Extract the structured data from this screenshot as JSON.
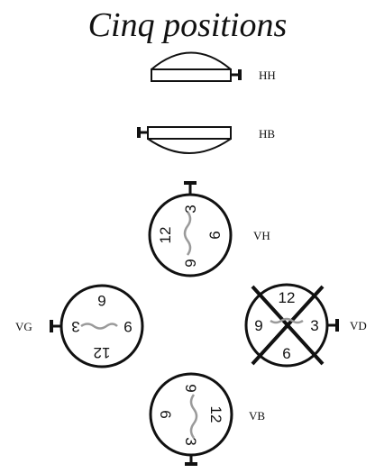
{
  "title": "Cinq positions",
  "positions": {
    "hh": {
      "label": "HH"
    },
    "hb": {
      "label": "HB"
    },
    "vh": {
      "label": "VH"
    },
    "vg": {
      "label": "VG"
    },
    "vd": {
      "label": "VD",
      "crossed_out": true
    },
    "vb": {
      "label": "VB"
    }
  },
  "dial_numbers": {
    "twelve": "12",
    "three": "3",
    "six": "6",
    "nine": "9"
  },
  "colors": {
    "ink": "#111111",
    "hands": "#9a9a9a",
    "background": "#ffffff"
  }
}
